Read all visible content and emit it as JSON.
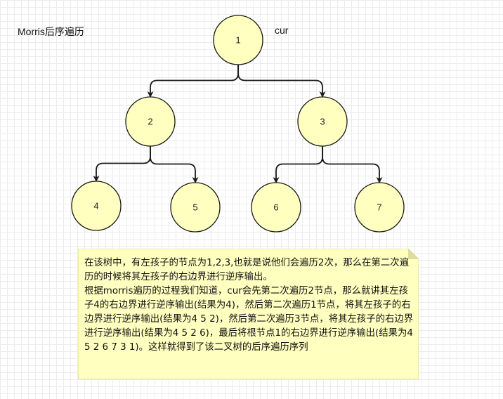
{
  "title": "Morris后序遍历",
  "cur_label": "cur",
  "tree": {
    "nodes": [
      {
        "id": "1",
        "label": "1"
      },
      {
        "id": "2",
        "label": "2"
      },
      {
        "id": "3",
        "label": "3"
      },
      {
        "id": "4",
        "label": "4"
      },
      {
        "id": "5",
        "label": "5"
      },
      {
        "id": "6",
        "label": "6"
      },
      {
        "id": "7",
        "label": "7"
      }
    ],
    "edges": [
      {
        "from": "1",
        "to": "2"
      },
      {
        "from": "1",
        "to": "3"
      },
      {
        "from": "2",
        "to": "4"
      },
      {
        "from": "2",
        "to": "5"
      },
      {
        "from": "3",
        "to": "6"
      },
      {
        "from": "3",
        "to": "7"
      }
    ]
  },
  "note": {
    "paragraphs": [
      "在该树中，有左孩子的节点为1,2,3,也就是说他们会遍历2次，那么在第二次遍历的时候将其左孩子的右边界进行逆序输出。",
      "根据morris遍历的过程我们知道，cur会先第二次遍历2节点，那么就讲其左孩子4的右边界进行逆序输出(结果为4)，然后第二次遍历1节点，将其左孩子的右边界进行逆序输出(结果为4 5 2)，然后第二次遍历3节点，将其左孩子的右边界进行逆序输出(结果为4 5 2 6)，最后将根节点1的右边界进行逆序输出(结果为4 5 2 6 7 3 1)。这样就得到了该二叉树的后序遍历序列"
    ],
    "colors": {
      "fill": "#ffffc0",
      "fold": "#dcdc9c",
      "border": "#d6d68e"
    }
  }
}
